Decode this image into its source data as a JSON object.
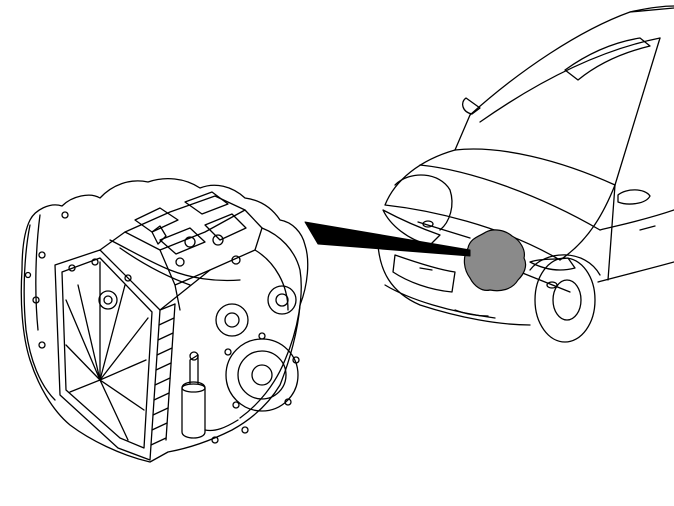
{
  "illustration": {
    "subjects": [
      "transmission-unit",
      "car-front",
      "location-pointer"
    ],
    "colors": {
      "line": "#000000",
      "fill": "#ffffff",
      "highlight": "#8a8a8a"
    }
  }
}
